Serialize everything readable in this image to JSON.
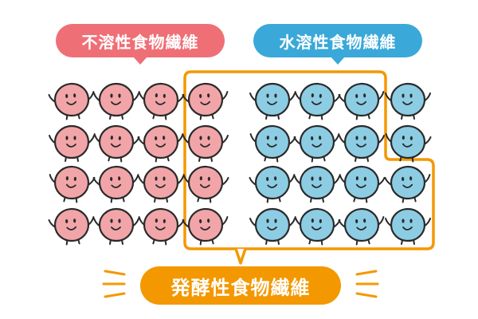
{
  "labels": {
    "insoluble": "不溶性食物繊維",
    "soluble": "水溶性食物繊維",
    "fermentable": "発酵性食物繊維"
  },
  "colors": {
    "insoluble": "#ef6f76",
    "insoluble_fill": "#f2a5a8",
    "soluble": "#3aa8d8",
    "soluble_fill": "#8ccde4",
    "fermentable": "#f39800",
    "outline": "#2a2a2a"
  },
  "groups": {
    "pink_characters": 16,
    "blue_characters": 16
  },
  "icons": [
    "sparkle-lines-icon"
  ]
}
